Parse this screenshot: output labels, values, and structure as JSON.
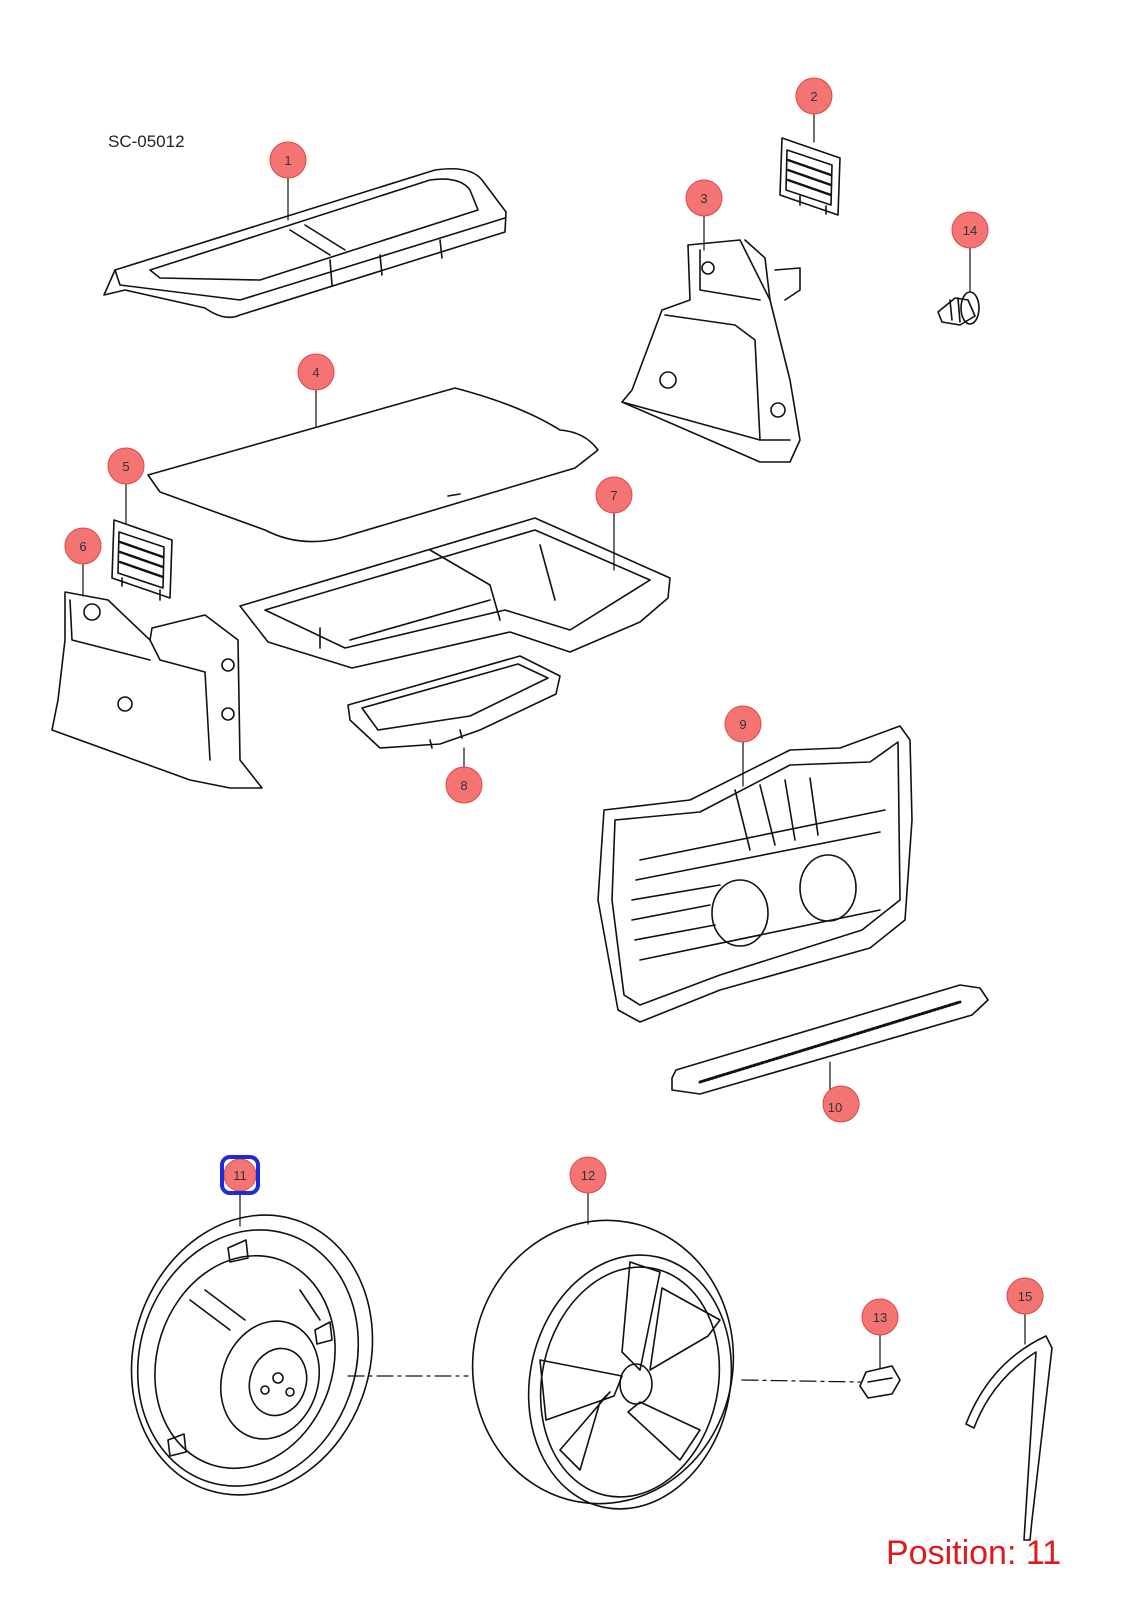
{
  "diagram": {
    "drawing_code": "SC-05012",
    "position_label": "Position: 11",
    "selected_callout": "11",
    "colors": {
      "callout_fill": "#f47474",
      "callout_stroke": "#d84a4a",
      "selection": "#1d2bd9",
      "position_text": "#e0191b",
      "line_art": "#111111"
    },
    "callouts": [
      {
        "id": "1",
        "label": "1"
      },
      {
        "id": "2",
        "label": "2"
      },
      {
        "id": "3",
        "label": "3"
      },
      {
        "id": "4",
        "label": "4"
      },
      {
        "id": "5",
        "label": "5"
      },
      {
        "id": "6",
        "label": "6"
      },
      {
        "id": "7",
        "label": "7"
      },
      {
        "id": "8",
        "label": "8"
      },
      {
        "id": "9",
        "label": "9"
      },
      {
        "id": "10",
        "label": "10"
      },
      {
        "id": "11",
        "label": "11"
      },
      {
        "id": "12",
        "label": "12"
      },
      {
        "id": "13",
        "label": "13"
      },
      {
        "id": "14",
        "label": "14"
      },
      {
        "id": "15",
        "label": "15"
      }
    ]
  }
}
